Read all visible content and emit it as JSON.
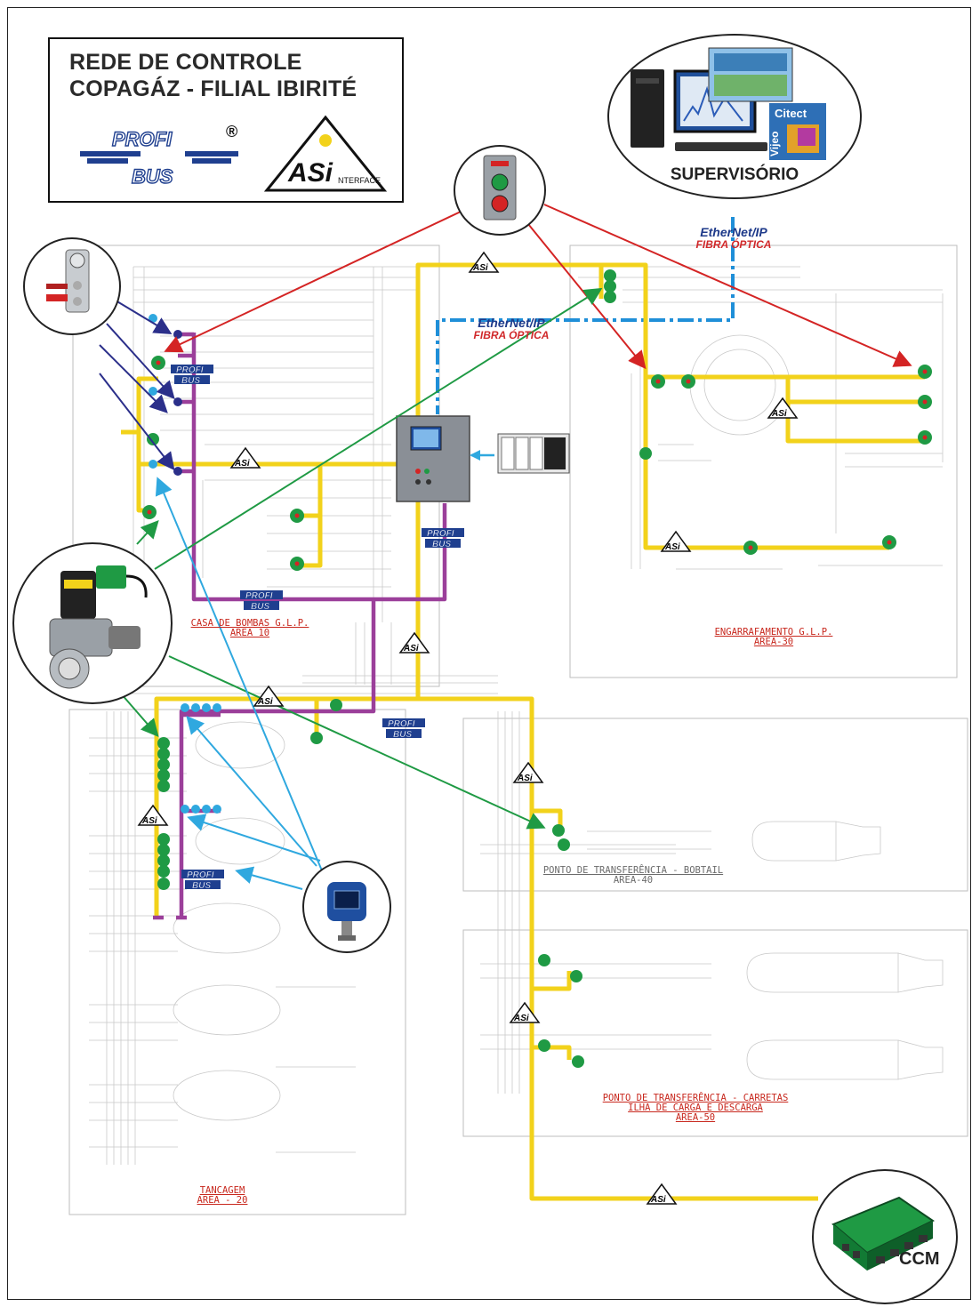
{
  "title": {
    "line1": "REDE DE CONTROLE",
    "line2": "COPAGÁZ - FILIAL IBIRITÉ"
  },
  "logos": {
    "profibus_top": "PROFI",
    "profibus_bottom": "BUS",
    "profibus_reg": "®",
    "asi_text": "ASi",
    "asi_interface": "NTERFACE"
  },
  "supervisorio": {
    "label": "SUPERVISÓRIO",
    "software_label1": "Citect",
    "software_label2": "Vijeo"
  },
  "network": {
    "ethernet_label": "EtherNet/IP",
    "fiber_label": "FIBRA ÓPTICA"
  },
  "ccm": {
    "label": "CCM"
  },
  "areas": {
    "area10": {
      "line1": "CASA DE BOMBAS G.L.P.",
      "line2": "AREA 10"
    },
    "area20": {
      "line1": "TANCAGEM",
      "line2": "AREA - 20"
    },
    "area30": {
      "line1": "ENGARRAFAMENTO G.L.P.",
      "line2": "AREA-30"
    },
    "area40": {
      "line1": "PONTO DE TRANSFERÊNCIA - BOBTAIL",
      "line2": "AREA-40"
    },
    "area50": {
      "line1": "PONTO DE TRANSFERÊNCIA - CARRETAS",
      "line2": "ILHA DE CARGA E DESCARGA",
      "line3": "AREA-50"
    }
  },
  "colors": {
    "asi_bus": "#f2d21b",
    "profibus": "#9b3f9a",
    "ethernet": "#1f8fd8",
    "arrow_red": "#d42424",
    "arrow_green": "#1f9a44",
    "arrow_navy": "#2b2f8a",
    "arrow_cyan": "#2fa8df"
  }
}
